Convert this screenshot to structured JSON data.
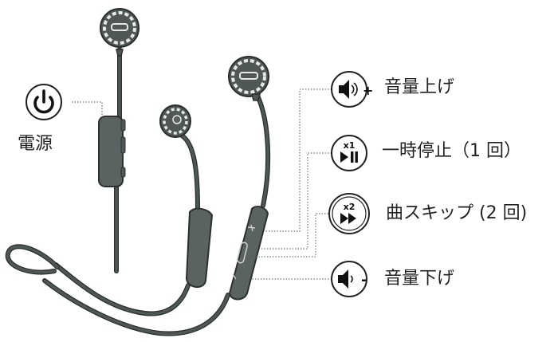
{
  "labels": {
    "power": "電源",
    "volume_up": "音量上げ",
    "play_pause": "一時停止（1 回）",
    "skip": "曲スキップ (2 回)",
    "volume_down": "音量下げ"
  },
  "badges": {
    "play_pause_count": "x1",
    "skip_count": "x2",
    "volume_up_sign": "+",
    "volume_down_sign": "-"
  },
  "icons": {
    "power": "power-icon",
    "volume_up": "speaker-volume-up-icon",
    "play_pause": "play-pause-icon",
    "skip": "fast-forward-icon",
    "volume_down": "speaker-volume-down-icon"
  },
  "colors": {
    "cable": "#4f5757",
    "body": "#5a6262",
    "outline": "#2b2f2f",
    "leader": "#555555",
    "text": "#222222"
  }
}
